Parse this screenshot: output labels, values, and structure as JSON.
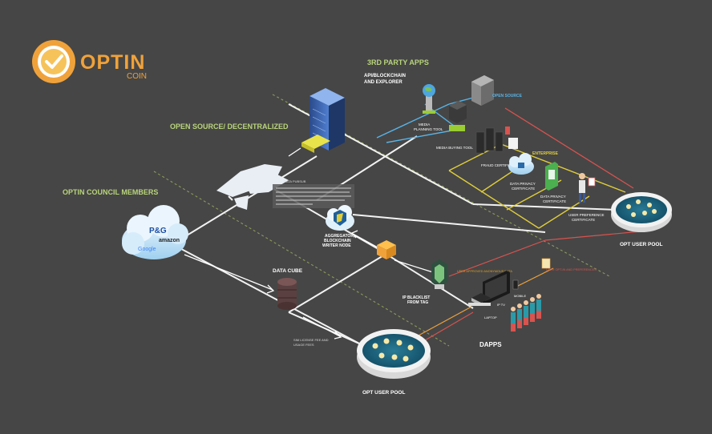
{
  "brand": {
    "name": "OPTIN",
    "sub": "COIN"
  },
  "sections": {
    "third_party": "3RD PARTY APPS",
    "open_source_decentralized": "OPEN SOURCE/ DECENTRALIZED",
    "council": "OPTIN COUNCIL MEMBERS",
    "open_source": "OPEN SOURCE",
    "enterprise": "ENTERPRISE",
    "dapps": "DAPPS"
  },
  "nodes": {
    "api_line1": "API/BLOCKCHAIN",
    "api_line2": "AND EXPLORER",
    "media_planning_1": "MEDIA",
    "media_planning_2": "PLANNING TOOL",
    "media_buying": "MEDIA BUYING TOOL",
    "fraud": "FRAUD CERTIFICATE",
    "privacy_1_a": "DATA PRIVACY",
    "privacy_1_b": "CERTIFICATE",
    "privacy_2_a": "DATA PRIVACY",
    "privacy_2_b": "CERTIFICATE",
    "user_pref_a": "USER PREFERENCE",
    "user_pref_b": "CERTIFICATE",
    "pool_right": "OPT USER POOL",
    "pool_bottom": "OPT USER POOL",
    "data_cube": "DATA CUBE",
    "aggregator_1": "AGGREGATOR,",
    "aggregator_2": "BLOCKCHAIN",
    "aggregator_3": "WRITER NODE",
    "ip_1": "IP BLACKLIST",
    "ip_2": "FROM TAG",
    "laptop": "LAPTOP",
    "mobile": "MOBILE",
    "tv": "IP TV",
    "license_1": "SIM LICENSE FEE AND",
    "license_2": "USAGE FEES",
    "data_pubsub": "DATA PUBSUB",
    "anon_data": "USER APPROVED ANONYMOUS DATA",
    "user_pref_link": "USER OPT-IN AND PREFERENCES",
    "brands_1": "P&G",
    "brands_2": "amazon",
    "brands_3": "Google"
  },
  "colors": {
    "background": "#464646",
    "green_label": "#b9d57a",
    "accent_blue": "#58b4e8",
    "accent_yellow": "#e0cd3a",
    "accent_red": "#d9534f",
    "logo_orange": "#f0a23a"
  }
}
